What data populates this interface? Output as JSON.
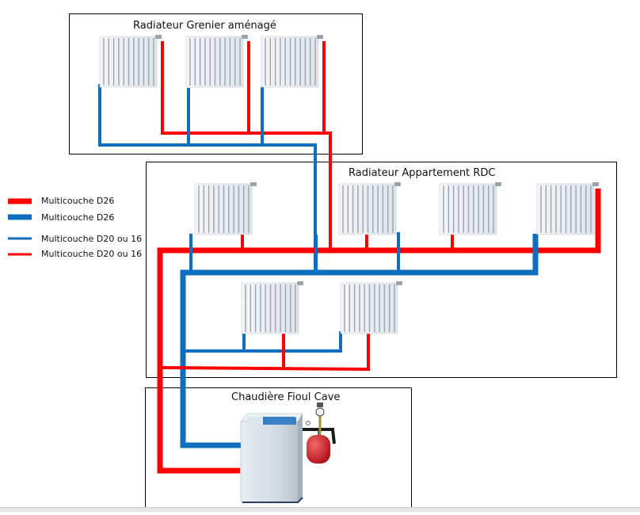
{
  "colors": {
    "hot": "#ff0000",
    "cold": "#0f6fbe",
    "frame": "#000000",
    "radiator_body": "#e6ebef",
    "radiator_fin": "#9aa4ad",
    "boiler_body": "#d6e0e6",
    "boiler_panel": "#3a7fc4",
    "expansion_tank": "#d71f27"
  },
  "zones": {
    "attic": {
      "title": "Radiateur Grenier aménagé",
      "radiator_count": 3
    },
    "ground_floor": {
      "title": "Radiateur Appartement RDC",
      "radiator_count": 6
    },
    "cellar": {
      "title": "Chaudière Fioul Cave"
    }
  },
  "legend": [
    {
      "label": "Multicouche D26",
      "color": "hot",
      "weight": "thick",
      "icon": "thick-red-line"
    },
    {
      "label": "Multicouche D26",
      "color": "cold",
      "weight": "thick",
      "icon": "thick-blue-line"
    },
    {
      "label": "Multicouche D20 ou 16",
      "color": "cold",
      "weight": "thin",
      "icon": "thin-blue-line"
    },
    {
      "label": "Multicouche D20 ou 16",
      "color": "hot",
      "weight": "thin",
      "icon": "thin-red-line"
    }
  ]
}
